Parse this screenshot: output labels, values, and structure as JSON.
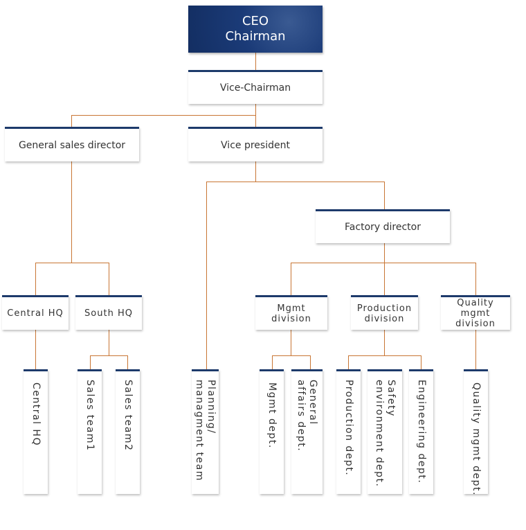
{
  "ceo": {
    "line1": "CEO",
    "line2": "Chairman"
  },
  "vice_chairman": "Vice-Chairman",
  "general_sales_director": "General sales director",
  "vice_president": "Vice president",
  "factory_director": "Factory director",
  "hq": {
    "central": "Central HQ",
    "south": "South HQ"
  },
  "divisions": {
    "mgmt": "Mgmt division",
    "production_l1": "Production",
    "production_l2": "division",
    "quality_l1": "Quality mgmt",
    "quality_l2": "division"
  },
  "teams": {
    "central_hq": "Central HQ",
    "sales_team1": "Sales team1",
    "sales_team2": "Sales team2",
    "planning": "Planning/\nmanagment team",
    "mgmt_dept": "Mgmt dept.",
    "general_affairs": "General\naffairs dept.",
    "production_dept": "Production dept.",
    "safety": "Safety\nenvironment dept.",
    "engineering": "Engineering dept.",
    "quality_dept": "Quality mgmt dept."
  },
  "colors": {
    "navy": "#1d3a6b",
    "connector": "#c87533"
  }
}
